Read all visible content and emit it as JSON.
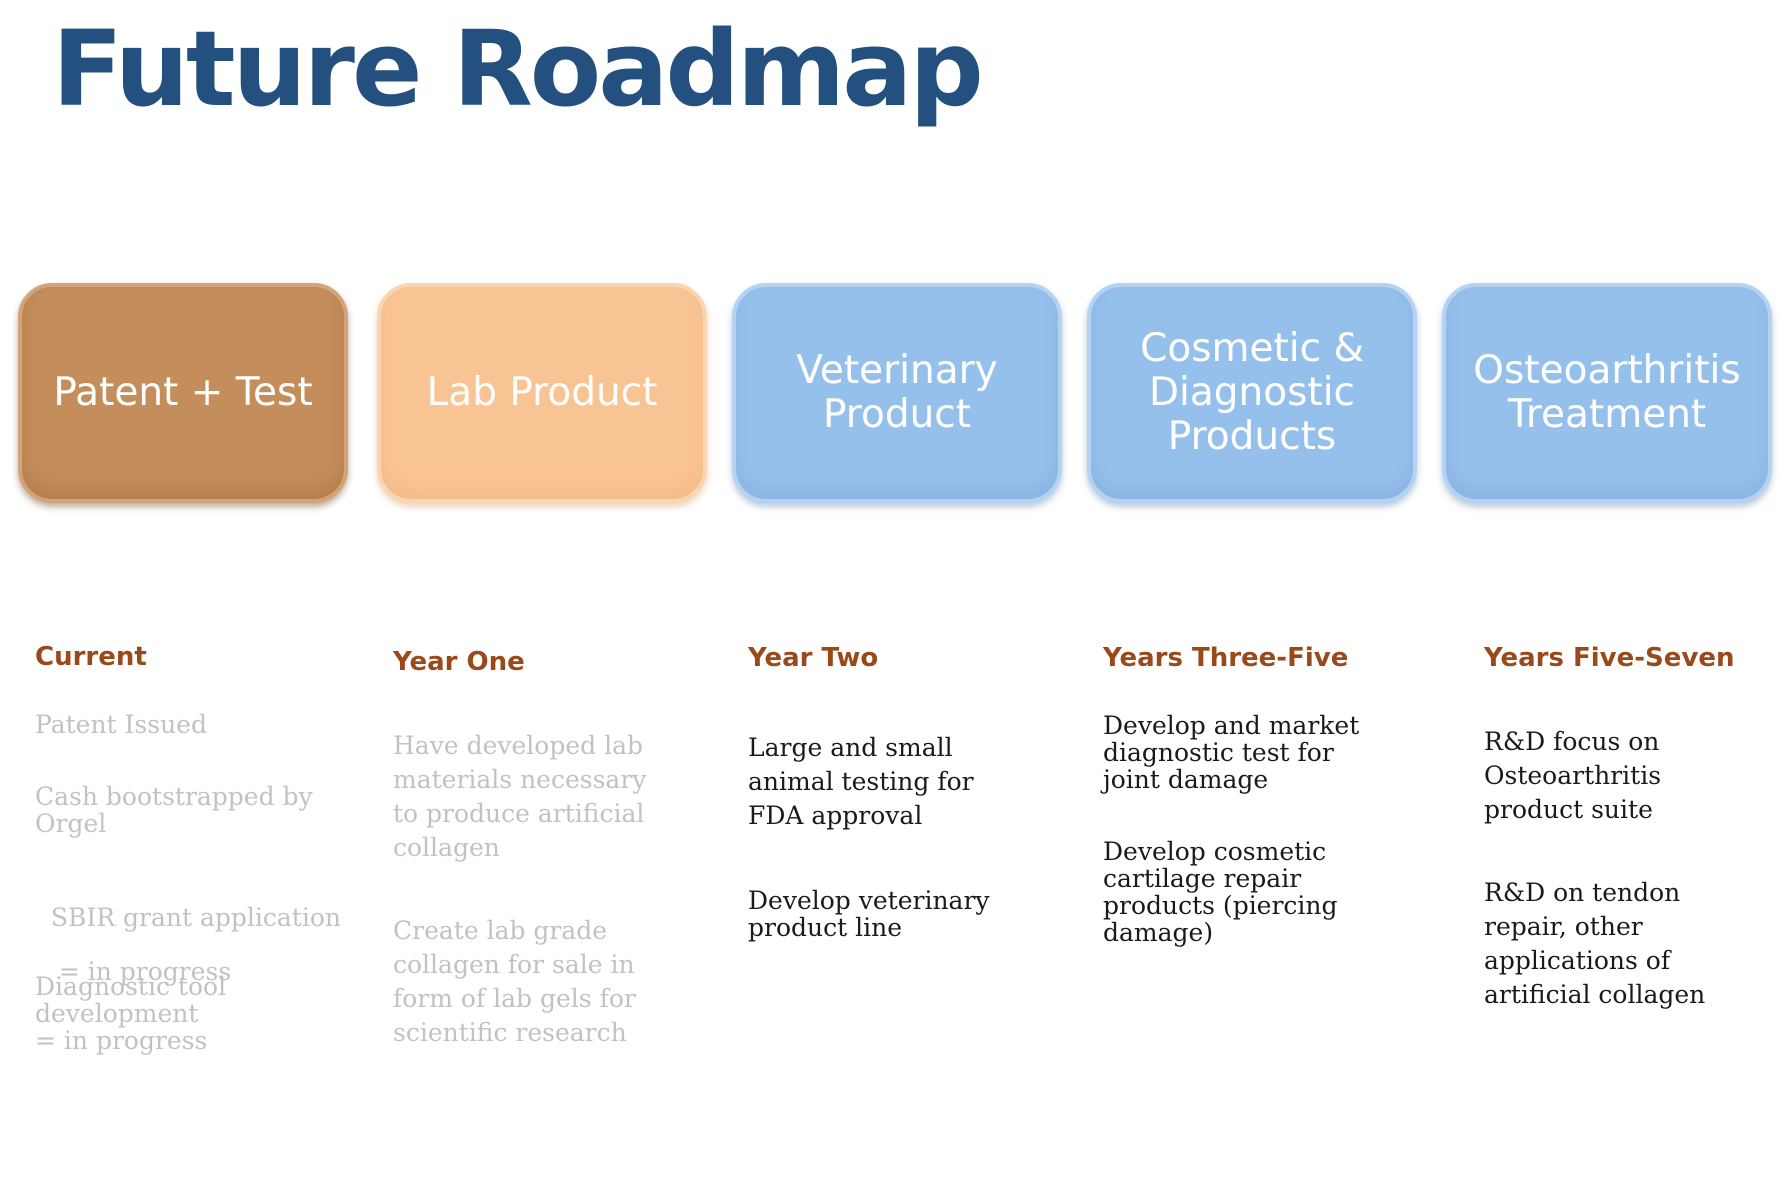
{
  "title": "Future Roadmap",
  "colors": {
    "title": "#23507f",
    "heading": "#9a4a1a",
    "box_brown": "#c48d5c",
    "box_peach": "#f9c494",
    "box_blue": "#96c0ec",
    "faded_text": "#c2c2c2",
    "dark_text": "#1a1a1a"
  },
  "stages": [
    {
      "box": [
        "Patent + Test"
      ],
      "heading": "Current",
      "items": [
        [
          "Patent Issued"
        ],
        [
          "Cash bootstrapped by",
          "Orgel"
        ],
        [
          "SBIR grant application",
          " = in progress"
        ],
        [
          "Diagnostic tool",
          "development",
          "= in progress"
        ]
      ]
    },
    {
      "box": [
        "Lab Product"
      ],
      "heading": "Year One",
      "items": [
        [
          "Have developed lab",
          "materials necessary",
          "to produce artificial",
          "collagen"
        ],
        [
          "Create lab grade",
          "collagen for sale in",
          "form of lab gels for",
          "scientific research"
        ]
      ]
    },
    {
      "box": [
        "Veterinary",
        "Product"
      ],
      "heading": "Year Two",
      "items": [
        [
          "Large and small",
          "animal testing for",
          "FDA approval"
        ],
        [
          "Develop veterinary",
          "product line"
        ]
      ]
    },
    {
      "box": [
        "Cosmetic &",
        "Diagnostic",
        "Products"
      ],
      "heading": "Years Three-Five",
      "items": [
        [
          "Develop and market",
          "diagnostic test for",
          "joint damage"
        ],
        [
          "Develop cosmetic",
          "cartilage repair",
          "products (piercing",
          "damage)"
        ]
      ]
    },
    {
      "box": [
        "Osteoarthritis",
        "Treatment"
      ],
      "heading": "Years Five-Seven",
      "items": [
        [
          "R&D focus on",
          "Osteoarthritis",
          "product suite"
        ],
        [
          "R&D on tendon",
          "repair, other",
          "applications of",
          "artificial collagen"
        ]
      ]
    }
  ]
}
